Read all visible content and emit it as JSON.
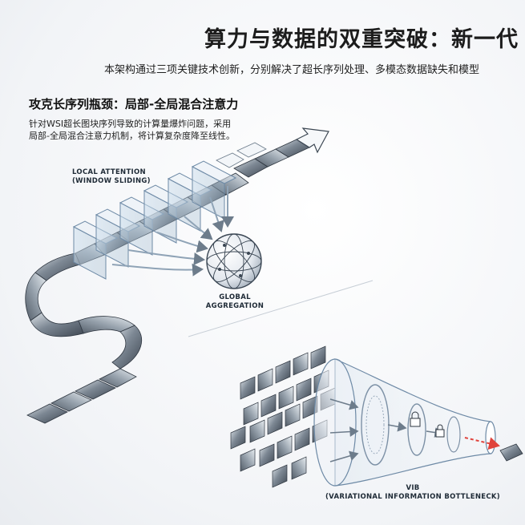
{
  "title": "算力与数据的双重突破：新一代",
  "subtitle": "本架构通过三项关键技术创新，分别解决了超长序列处理、多模态数据缺失和模型",
  "section": {
    "title": "攻克长序列瓶颈：局部-全局混合注意力",
    "desc_line1": "针对WSI超长图块序列导致的计算量爆炸问题，采用",
    "desc_line2": "局部-全局混合注意力机制，将计算复杂度降至线性。"
  },
  "labels": {
    "local_line1": "LOCAL ATTENTION",
    "local_line2": "(WINDOW SLIDING)",
    "global_line1": "GLOBAL",
    "global_line2": "AGGREGATION",
    "vib_line1": "VIB",
    "vib_line2": "(VARIATIONAL INFORMATION BOTTLENECK)"
  },
  "colors": {
    "tile_dark": "#4b5560",
    "tile_light": "#c9d2da",
    "glass_stroke": "#6e8aa6",
    "arrow_red": "#e0433c",
    "sphere": "#3a4653"
  }
}
